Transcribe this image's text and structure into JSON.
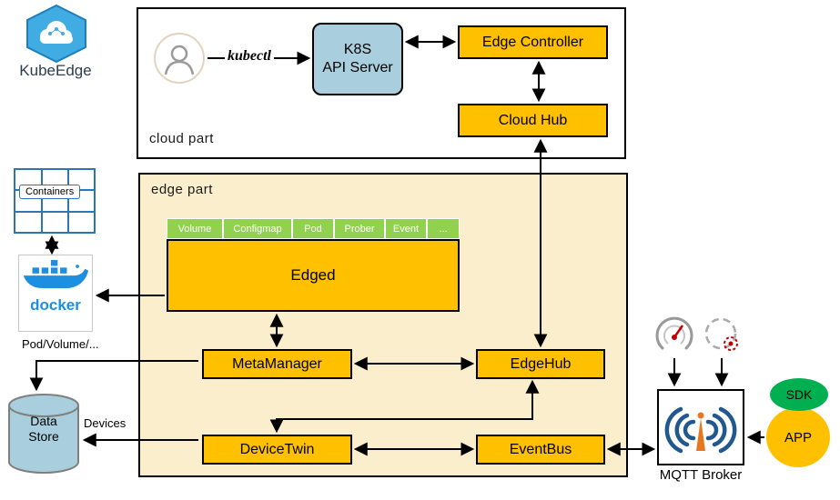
{
  "colors": {
    "node_orange": "#FFC000",
    "tab_green": "#92D050",
    "api_server_blue": "#A9CFDE",
    "edge_part_background": "#FBEECD",
    "sdk_green": "#00B050",
    "docker_blue": "#1D8FE1",
    "mqtt_signal_navy": "#21588E",
    "antenna_orange": "#E87722",
    "datastore_blue": "#A9CFDE"
  },
  "logo": {
    "title": "KubeEdge"
  },
  "cloud": {
    "label": "cloud part",
    "kubectl_label": "kubectl",
    "api_server": {
      "line1": "K8S",
      "line2": "API Server"
    },
    "edge_controller": "Edge Controller",
    "cloud_hub": "Cloud Hub"
  },
  "edge": {
    "label": "edge part",
    "tabs": [
      "Volume",
      "Configmap",
      "Pod",
      "Prober",
      "Event",
      "..."
    ],
    "edged": "Edged",
    "meta_manager": "MetaManager",
    "edge_hub": "EdgeHub",
    "device_twin": "DeviceTwin",
    "event_bus": "EventBus"
  },
  "left": {
    "containers": "Containers",
    "docker": "docker",
    "pod_volume": "Pod/Volume/...",
    "data_store": {
      "line1": "Data",
      "line2": "Store"
    },
    "devices": "Devices"
  },
  "right": {
    "mqtt_broker": "MQTT Broker",
    "sdk": "SDK",
    "app": "APP"
  }
}
